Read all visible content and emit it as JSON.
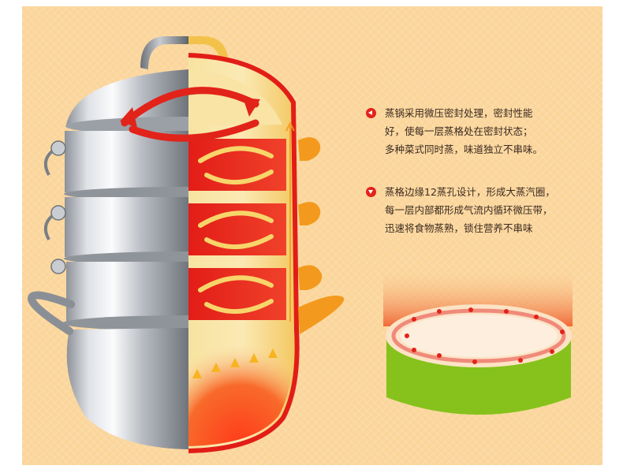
{
  "features": [
    {
      "bullet_icon": "caret-left-icon",
      "lines": [
        "蒸锅采用微压密封处理，密封性能",
        "好，使每一层蒸格处在密封状态；",
        "多种菜式同时蒸，味道独立不串味。"
      ]
    },
    {
      "bullet_icon": "caret-down-icon",
      "lines": [
        "蒸格边缘12蒸孔设计，形成大蒸汽圈，",
        "每一层内部都形成气流内循环微压带，",
        "迅速将食物蒸熟，锁住营养不串味"
      ]
    }
  ],
  "colors": {
    "background": "#fbd59a",
    "accent_red": "#e2231a",
    "ring_green": "#86c21b",
    "steam_orange": "#f39a1e",
    "cutaway_yellow": "#f7d56a"
  }
}
